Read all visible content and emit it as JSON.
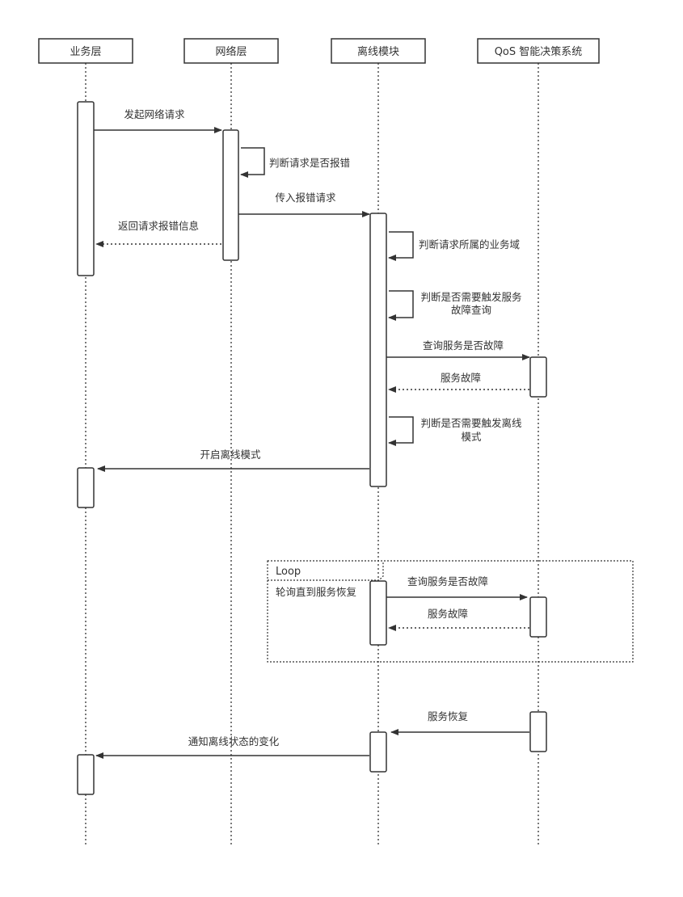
{
  "participants": [
    {
      "id": "business",
      "label": "业务层"
    },
    {
      "id": "network",
      "label": "网络层"
    },
    {
      "id": "offline",
      "label": "离线模块"
    },
    {
      "id": "qos",
      "label": "QoS 智能决策系统"
    }
  ],
  "messages": {
    "m1": "发起网络请求",
    "m2": "判断请求是否报错",
    "m3": "传入报错请求",
    "m4": "返回请求报错信息",
    "m5": "判断请求所属的业务域",
    "m6": [
      "判断是否需要触发服务",
      "故障查询"
    ],
    "m7": "查询服务是否故障",
    "m8": "服务故障",
    "m9": [
      "判断是否需要触发离线",
      "模式"
    ],
    "m10": "开启离线模式",
    "m11": "查询服务是否故障",
    "m12": "服务故障",
    "m13": "服务恢复",
    "m14": "通知离线状态的变化"
  },
  "loop": {
    "keyword": "Loop",
    "condition": "轮询直到服务恢复"
  }
}
